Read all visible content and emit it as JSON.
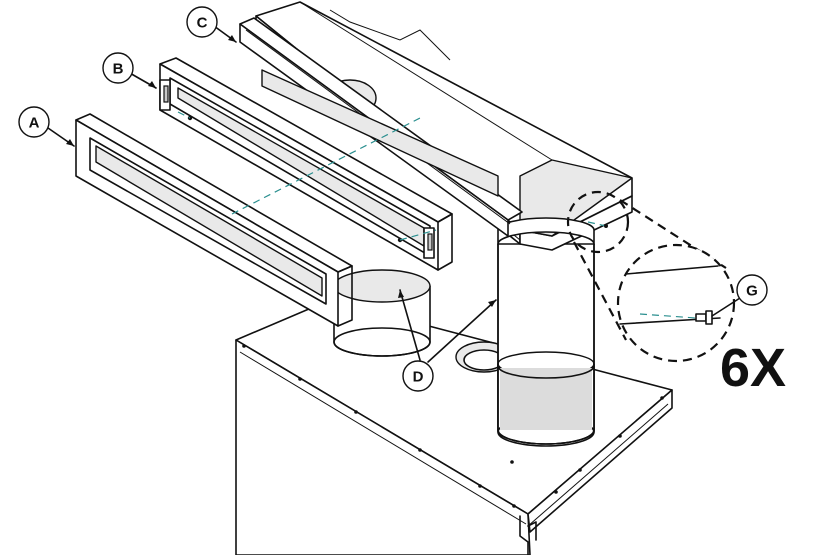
{
  "callouts": {
    "a": "A",
    "b": "B",
    "c": "C",
    "d": "D",
    "g": "G"
  },
  "quantity_label": "6X"
}
